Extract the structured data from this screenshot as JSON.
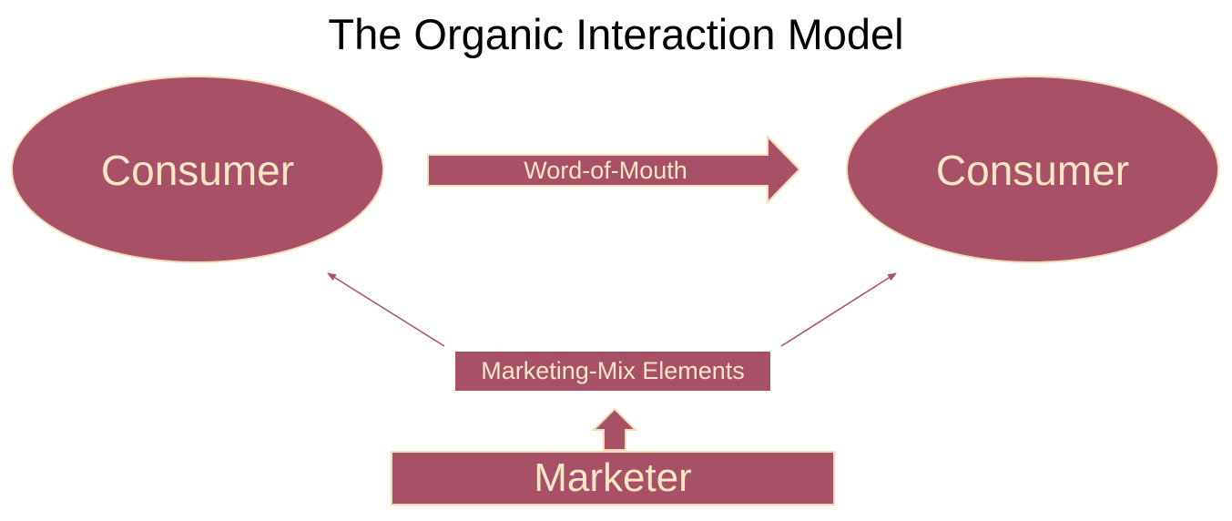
{
  "title": "The Organic Interaction Model",
  "nodes": {
    "consumer_left": "Consumer",
    "consumer_right": "Consumer",
    "word_of_mouth": "Word-of-Mouth",
    "marketing_mix": "Marketing-Mix Elements",
    "marketer": "Marketer"
  },
  "colors": {
    "fill": "#a85067",
    "text": "#f7e6c4",
    "outline": "#f3ddb8",
    "connector": "#a85067"
  }
}
